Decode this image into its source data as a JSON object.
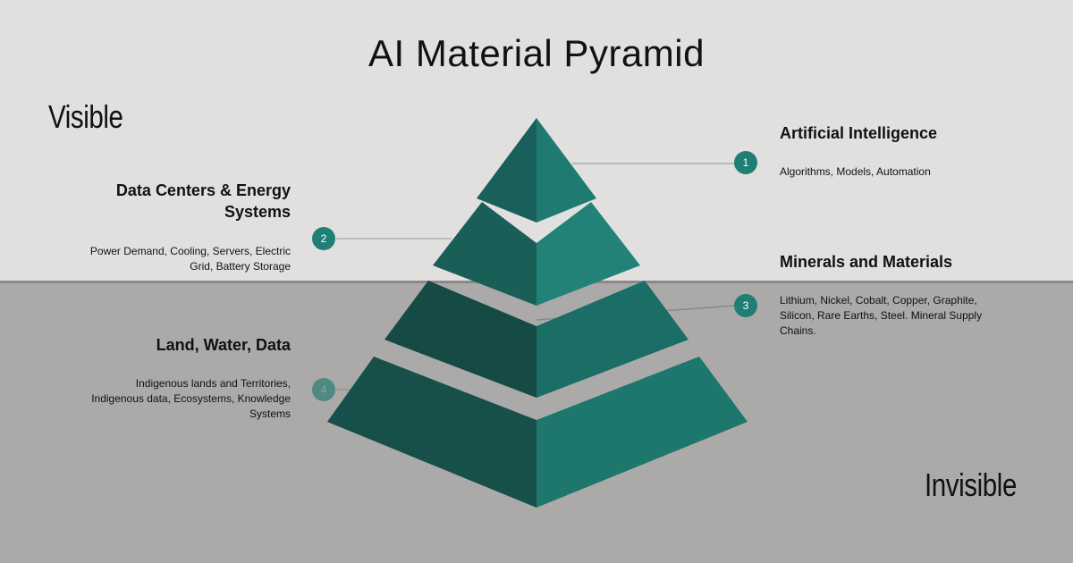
{
  "title": "AI Material Pyramid",
  "zones": {
    "top": "Visible",
    "bottom": "Invisible"
  },
  "colors": {
    "teal_dark": "#174f4a",
    "teal_mid": "#1b6a61",
    "teal_light": "#22847a",
    "marker": "#1f7f74",
    "visible_band": "#e1e0df",
    "invisible_band": "#abaaa9"
  },
  "layers": [
    {
      "marker": "1",
      "heading": "Artificial Intelligence",
      "description": "Algorithms, Models, Automation"
    },
    {
      "marker": "2",
      "heading": "Data Centers & Energy\nSystems",
      "description": "Power Demand, Cooling, Servers, Electric\nGrid, Battery Storage"
    },
    {
      "marker": "3",
      "heading": "Minerals and Materials",
      "description": "Lithium, Nickel, Cobalt, Copper, Graphite,\nSilicon, Rare Earths, Steel. Mineral Supply\nChains."
    },
    {
      "marker": "4",
      "heading": "Land, Water, Data",
      "description": "Indigenous lands  and Territories,\nIndigenous data,  Ecosystems, Knowledge\nSystems"
    }
  ]
}
